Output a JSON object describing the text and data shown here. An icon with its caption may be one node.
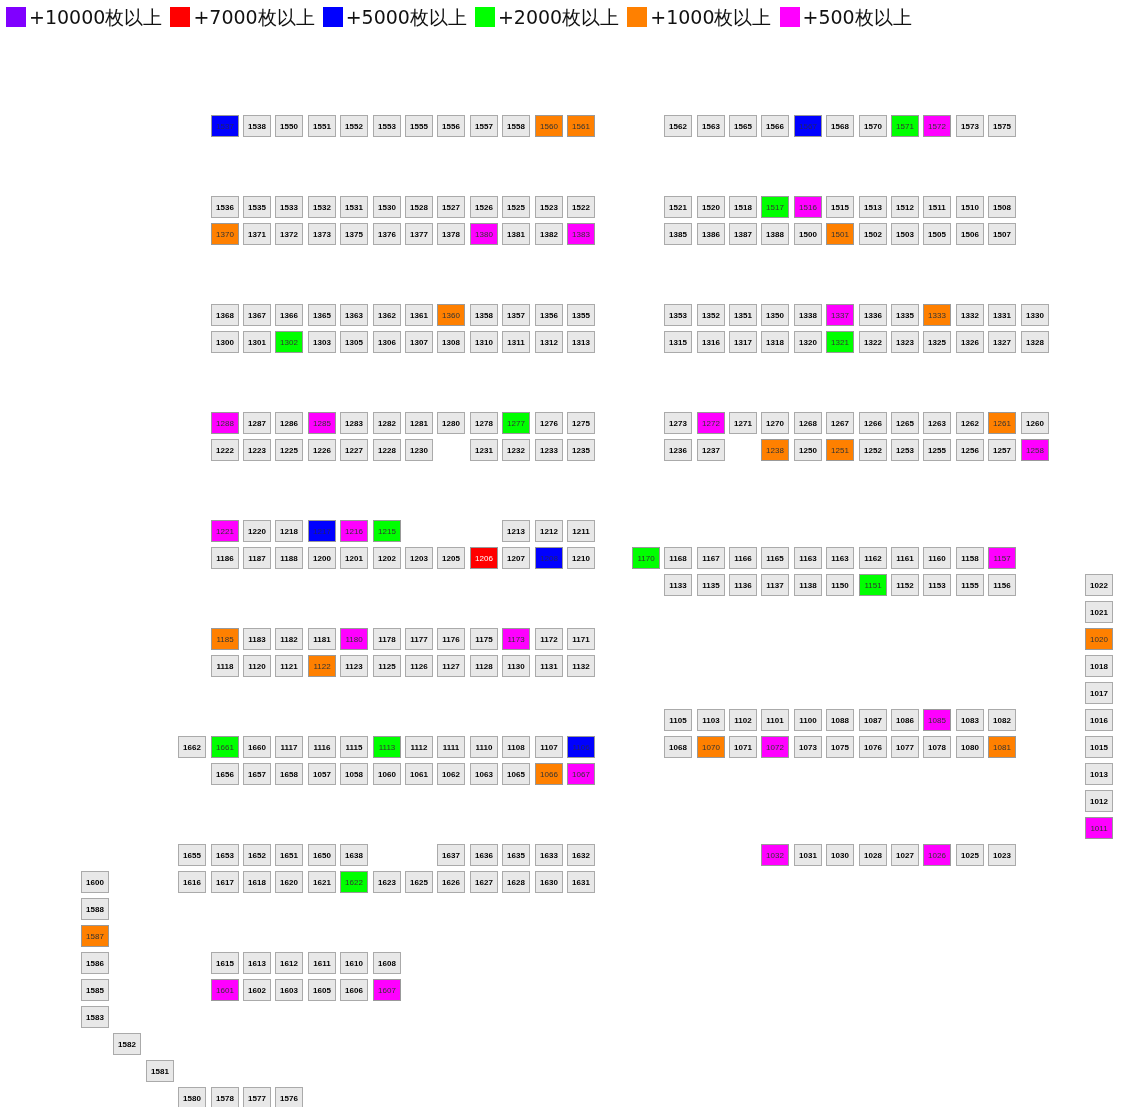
{
  "diagram": {
    "nodes": [
      {
        "text": [
          "1537"
        ]
      },
      {
        "text": [
          "1538"
        ]
      },
      {
        "text": [
          "1550"
        ]
      },
      {
        "text": [
          "1551"
        ]
      },
      {
        "text": [
          "1552"
        ]
      },
      {
        "text": [
          "1553"
        ]
      },
      {
        "text": [
          "1555"
        ]
      },
      {
        "text": [
          "1556"
        ]
      },
      {
        "text": [
          "1557"
        ]
      },
      {
        "text": [
          "1558"
        ]
      },
      {
        "text": [
          "1560"
        ]
      },
      {
        "text": [
          "1561"
        ]
      },
      {
        "text": [
          "1562"
        ]
      },
      {
        "text": [
          "1563"
        ]
      },
      {
        "text": [
          "1565"
        ]
      },
      {
        "text": [
          "1566"
        ]
      },
      {
        "text": [
          "1567"
        ]
      },
      {
        "text": [
          "1568"
        ]
      },
      {
        "text": [
          "1570"
        ]
      },
      {
        "text": [
          "1571"
        ]
      },
      {
        "text": [
          "1572"
        ]
      },
      {
        "text": [
          "1573"
        ]
      },
      {
        "text": [
          "1575"
        ]
      },
      {
        "text": [
          "1536"
        ]
      },
      {
        "text": [
          "1535"
        ]
      },
      {
        "text": [
          "1533"
        ]
      },
      {
        "text": [
          "1532"
        ]
      },
      {
        "text": [
          "1531"
        ]
      },
      {
        "text": [
          "1530"
        ]
      },
      {
        "text": [
          "1528"
        ]
      },
      {
        "text": [
          "1527"
        ]
      },
      {
        "text": [
          "1526"
        ]
      },
      {
        "text": [
          "1525"
        ]
      },
      {
        "text": [
          "1523"
        ]
      },
      {
        "text": [
          "1522"
        ]
      },
      {
        "text": [
          "1521"
        ]
      },
      {
        "text": [
          "1520"
        ]
      },
      {
        "text": [
          "1518"
        ]
      },
      {
        "text": [
          "1517"
        ]
      },
      {
        "text": [
          "1516"
        ]
      },
      {
        "text": [
          "1515"
        ]
      },
      {
        "text": [
          "1513"
        ]
      },
      {
        "text": [
          "1512"
        ]
      },
      {
        "text": [
          "1511"
        ]
      },
      {
        "text": [
          "1510"
        ]
      },
      {
        "text": [
          "1508"
        ]
      },
      {
        "text": [
          "1370"
        ]
      },
      {
        "text": [
          "1371"
        ]
      },
      {
        "text": [
          "1372"
        ]
      },
      {
        "text": [
          "1373"
        ]
      },
      {
        "text": [
          "1375"
        ]
      },
      {
        "text": [
          "1376"
        ]
      },
      {
        "text": [
          "1377"
        ]
      },
      {
        "text": [
          "1378"
        ]
      },
      {
        "text": [
          "1380"
        ]
      },
      {
        "text": [
          "1381"
        ]
      },
      {
        "text": [
          "1382"
        ]
      },
      {
        "text": [
          "1383"
        ]
      },
      {
        "text": [
          "1385"
        ]
      },
      {
        "text": [
          "1386"
        ]
      },
      {
        "text": [
          "1387"
        ]
      },
      {
        "text": [
          "1388"
        ]
      },
      {
        "text": [
          "1500"
        ]
      },
      {
        "text": [
          "1501"
        ]
      },
      {
        "text": [
          "1502"
        ]
      },
      {
        "text": [
          "1503"
        ]
      },
      {
        "text": [
          "1505"
        ]
      },
      {
        "text": [
          "1506"
        ]
      },
      {
        "text": [
          "1507"
        ]
      },
      {
        "text": [
          "1368"
        ]
      },
      {
        "text": [
          "1367"
        ]
      },
      {
        "text": [
          "1366"
        ]
      },
      {
        "text": [
          "1365"
        ]
      },
      {
        "text": [
          "1363"
        ]
      },
      {
        "text": [
          "1362"
        ]
      },
      {
        "text": [
          "1361"
        ]
      },
      {
        "text": [
          "1360"
        ]
      },
      {
        "text": [
          "1358"
        ]
      },
      {
        "text": [
          "1357"
        ]
      },
      {
        "text": [
          "1356"
        ]
      },
      {
        "text": [
          "1355"
        ]
      },
      {
        "text": [
          "1353"
        ]
      },
      {
        "text": [
          "1352"
        ]
      },
      {
        "text": [
          "1351"
        ]
      },
      {
        "text": [
          "1350"
        ]
      },
      {
        "text": [
          "1338"
        ]
      },
      {
        "text": [
          "1337"
        ]
      },
      {
        "text": [
          "1336"
        ]
      },
      {
        "text": [
          "1335"
        ]
      },
      {
        "text": [
          "1333"
        ]
      },
      {
        "text": [
          "1332"
        ]
      },
      {
        "text": [
          "1331"
        ]
      },
      {
        "text": [
          "1330"
        ]
      },
      {
        "text": [
          "1300"
        ]
      },
      {
        "text": [
          "1301"
        ]
      },
      {
        "text": [
          "1302"
        ]
      },
      {
        "text": [
          "1303"
        ]
      },
      {
        "text": [
          "1305"
        ]
      },
      {
        "text": [
          "1306"
        ]
      },
      {
        "text": [
          "1307"
        ]
      },
      {
        "text": [
          "1308"
        ]
      },
      {
        "text": [
          "1310"
        ]
      },
      {
        "text": [
          "1311"
        ]
      },
      {
        "text": [
          "1312"
        ]
      },
      {
        "text": [
          "1313"
        ]
      },
      {
        "text": [
          "1315"
        ]
      },
      {
        "text": [
          "1316"
        ]
      },
      {
        "text": [
          "1317"
        ]
      },
      {
        "text": [
          "1318"
        ]
      },
      {
        "text": [
          "1320"
        ]
      },
      {
        "text": [
          "1321"
        ]
      },
      {
        "text": [
          "1322"
        ]
      },
      {
        "text": [
          "1323"
        ]
      },
      {
        "text": [
          "1325"
        ]
      },
      {
        "text": [
          "1326"
        ]
      },
      {
        "text": [
          "1327"
        ]
      },
      {
        "text": [
          "1328"
        ]
      },
      {
        "text": [
          "1288"
        ]
      },
      {
        "text": [
          "1287"
        ]
      },
      {
        "text": [
          "1286"
        ]
      },
      {
        "text": [
          "1285"
        ]
      },
      {
        "text": [
          "1283"
        ]
      },
      {
        "text": [
          "1282"
        ]
      },
      {
        "text": [
          "1281"
        ]
      },
      {
        "text": [
          "1280"
        ]
      },
      {
        "text": [
          "1278"
        ]
      },
      {
        "text": [
          "1277"
        ]
      },
      {
        "text": [
          "1276"
        ]
      },
      {
        "text": [
          "1275"
        ]
      },
      {
        "text": [
          "1273"
        ]
      },
      {
        "text": [
          "1272"
        ]
      },
      {
        "text": [
          "1271"
        ]
      },
      {
        "text": [
          "1270"
        ]
      },
      {
        "text": [
          "1268"
        ]
      },
      {
        "text": [
          "1267"
        ]
      },
      {
        "text": [
          "1266"
        ]
      },
      {
        "text": [
          "1265"
        ]
      },
      {
        "text": [
          "1263"
        ]
      },
      {
        "text": [
          "1262"
        ]
      },
      {
        "text": [
          "1261"
        ]
      },
      {
        "text": [
          "1260"
        ]
      },
      {
        "text": [
          "1222"
        ]
      },
      {
        "text": [
          "1223"
        ]
      },
      {
        "text": [
          "1225"
        ]
      },
      {
        "text": [
          "1226"
        ]
      },
      {
        "text": [
          "1227"
        ]
      },
      {
        "text": [
          "1228"
        ]
      },
      {
        "text": [
          "1230"
        ]
      },
      {
        "text": [
          "1231"
        ]
      },
      {
        "text": [
          "1232"
        ]
      },
      {
        "text": [
          "1233"
        ]
      },
      {
        "text": [
          "1235"
        ]
      },
      {
        "text": [
          "1236"
        ]
      },
      {
        "text": [
          "1237"
        ]
      },
      {
        "text": [
          "1238"
        ]
      },
      {
        "text": [
          "1250"
        ]
      },
      {
        "text": [
          "1251"
        ]
      },
      {
        "text": [
          "1252"
        ]
      },
      {
        "text": [
          "1253"
        ]
      },
      {
        "text": [
          "1255"
        ]
      },
      {
        "text": [
          "1256"
        ]
      },
      {
        "text": [
          "1257"
        ]
      },
      {
        "text": [
          "1258"
        ]
      },
      {
        "text": [
          "1221"
        ]
      },
      {
        "text": [
          "1220"
        ]
      },
      {
        "text": [
          "1218"
        ]
      },
      {
        "text": [
          "1217"
        ]
      },
      {
        "text": [
          "1216"
        ]
      },
      {
        "text": [
          "1215"
        ]
      },
      {
        "text": [
          "1213"
        ]
      },
      {
        "text": [
          "1212"
        ]
      },
      {
        "text": [
          "1211"
        ]
      },
      {
        "text": [
          "1186"
        ]
      },
      {
        "text": [
          "1187"
        ]
      },
      {
        "text": [
          "1188"
        ]
      },
      {
        "text": [
          "1200"
        ]
      },
      {
        "text": [
          "1201"
        ]
      },
      {
        "text": [
          "1202"
        ]
      },
      {
        "text": [
          "1203"
        ]
      },
      {
        "text": [
          "1205"
        ]
      },
      {
        "text": [
          "1206"
        ]
      },
      {
        "text": [
          "1207"
        ]
      },
      {
        "text": [
          "1208"
        ]
      },
      {
        "text": [
          "1210"
        ]
      },
      {
        "text": [
          "1170"
        ]
      },
      {
        "text": [
          "1168"
        ]
      },
      {
        "text": [
          "1167"
        ]
      },
      {
        "text": [
          "1166"
        ]
      },
      {
        "text": [
          "1165"
        ]
      },
      {
        "text": [
          "1163"
        ]
      },
      {
        "text": [
          "1163"
        ]
      },
      {
        "text": [
          "1162"
        ]
      },
      {
        "text": [
          "1161"
        ]
      },
      {
        "text": [
          "1160"
        ]
      },
      {
        "text": [
          "1158"
        ]
      },
      {
        "text": [
          "1157"
        ]
      },
      {
        "text": [
          "1133"
        ]
      },
      {
        "text": [
          "1135"
        ]
      },
      {
        "text": [
          "1136"
        ]
      },
      {
        "text": [
          "1137"
        ]
      },
      {
        "text": [
          "1138"
        ]
      },
      {
        "text": [
          "1150"
        ]
      },
      {
        "text": [
          "1151"
        ]
      },
      {
        "text": [
          "1152"
        ]
      },
      {
        "text": [
          "1153"
        ]
      },
      {
        "text": [
          "1155"
        ]
      },
      {
        "text": [
          "1156"
        ]
      },
      {
        "text": [
          "1022"
        ]
      },
      {
        "text": [
          "1021"
        ]
      },
      {
        "text": [
          "1185"
        ]
      },
      {
        "text": [
          "1183"
        ]
      },
      {
        "text": [
          "1182"
        ]
      },
      {
        "text": [
          "1181"
        ]
      },
      {
        "text": [
          "1180"
        ]
      },
      {
        "text": [
          "1178"
        ]
      },
      {
        "text": [
          "1177"
        ]
      },
      {
        "text": [
          "1176"
        ]
      },
      {
        "text": [
          "1175"
        ]
      },
      {
        "text": [
          "1173"
        ]
      },
      {
        "text": [
          "1172"
        ]
      },
      {
        "text": [
          "1171"
        ]
      },
      {
        "text": [
          "1020"
        ]
      },
      {
        "text": [
          "1118"
        ]
      },
      {
        "text": [
          "1120"
        ]
      },
      {
        "text": [
          "1121"
        ]
      },
      {
        "text": [
          "1122"
        ]
      },
      {
        "text": [
          "1123"
        ]
      },
      {
        "text": [
          "1125"
        ]
      },
      {
        "text": [
          "1126"
        ]
      },
      {
        "text": [
          "1127"
        ]
      },
      {
        "text": [
          "1128"
        ]
      },
      {
        "text": [
          "1130"
        ]
      },
      {
        "text": [
          "1131"
        ]
      },
      {
        "text": [
          "1132"
        ]
      },
      {
        "text": [
          "1018"
        ]
      },
      {
        "text": [
          "1017"
        ]
      },
      {
        "text": [
          "1105"
        ]
      },
      {
        "text": [
          "1103"
        ]
      },
      {
        "text": [
          "1102"
        ]
      },
      {
        "text": [
          "1101"
        ]
      },
      {
        "text": [
          "1100"
        ]
      },
      {
        "text": [
          "1088"
        ]
      },
      {
        "text": [
          "1087"
        ]
      },
      {
        "text": [
          "1086"
        ]
      },
      {
        "text": [
          "1085"
        ]
      },
      {
        "text": [
          "1083"
        ]
      },
      {
        "text": [
          "1082"
        ]
      },
      {
        "text": [
          "1016"
        ]
      },
      {
        "text": [
          "1662"
        ]
      },
      {
        "text": [
          "1661"
        ]
      },
      {
        "text": [
          "1660"
        ]
      },
      {
        "text": [
          "1117"
        ]
      },
      {
        "text": [
          "1116"
        ]
      },
      {
        "text": [
          "1115"
        ]
      },
      {
        "text": [
          "1113"
        ]
      },
      {
        "text": [
          "1112"
        ]
      },
      {
        "text": [
          "1111"
        ]
      },
      {
        "text": [
          "1110"
        ]
      },
      {
        "text": [
          "1108"
        ]
      },
      {
        "text": [
          "1107"
        ]
      },
      {
        "text": [
          "1106"
        ]
      },
      {
        "text": [
          "1068"
        ]
      },
      {
        "text": [
          "1070"
        ]
      },
      {
        "text": [
          "1071"
        ]
      },
      {
        "text": [
          "1072"
        ]
      },
      {
        "text": [
          "1073"
        ]
      },
      {
        "text": [
          "1075"
        ]
      },
      {
        "text": [
          "1076"
        ]
      },
      {
        "text": [
          "1077"
        ]
      },
      {
        "text": [
          "1078"
        ]
      },
      {
        "text": [
          "1080"
        ]
      },
      {
        "text": [
          "1081"
        ]
      },
      {
        "text": [
          "1015"
        ]
      },
      {
        "text": [
          "1656"
        ]
      },
      {
        "text": [
          "1657"
        ]
      },
      {
        "text": [
          "1658"
        ]
      },
      {
        "text": [
          "1057"
        ]
      },
      {
        "text": [
          "1058"
        ]
      },
      {
        "text": [
          "1060"
        ]
      },
      {
        "text": [
          "1061"
        ]
      },
      {
        "text": [
          "1062"
        ]
      },
      {
        "text": [
          "1063"
        ]
      },
      {
        "text": [
          "1065"
        ]
      },
      {
        "text": [
          "1066"
        ]
      },
      {
        "text": [
          "1067"
        ]
      },
      {
        "text": [
          "1013"
        ]
      },
      {
        "text": [
          "1012"
        ]
      },
      {
        "text": [
          "1011"
        ]
      },
      {
        "text": [
          "1655"
        ]
      },
      {
        "text": [
          "1653"
        ]
      },
      {
        "text": [
          "1652"
        ]
      },
      {
        "text": [
          "1651"
        ]
      },
      {
        "text": [
          "1650"
        ]
      },
      {
        "text": [
          "1638"
        ]
      },
      {
        "text": [
          "1637"
        ]
      },
      {
        "text": [
          "1636"
        ]
      },
      {
        "text": [
          "1635"
        ]
      },
      {
        "text": [
          "1633"
        ]
      },
      {
        "text": [
          "1632"
        ]
      },
      {
        "text": [
          "1032"
        ]
      },
      {
        "text": [
          "1031"
        ]
      },
      {
        "text": [
          "1030"
        ]
      },
      {
        "text": [
          "1028"
        ]
      },
      {
        "text": [
          "1027"
        ]
      },
      {
        "text": [
          "1026"
        ]
      },
      {
        "text": [
          "1025"
        ]
      },
      {
        "text": [
          "1023"
        ]
      },
      {
        "text": [
          "1600"
        ]
      },
      {
        "text": [
          "1616"
        ]
      },
      {
        "text": [
          "1617"
        ]
      },
      {
        "text": [
          "1618"
        ]
      },
      {
        "text": [
          "1620"
        ]
      },
      {
        "text": [
          "1621"
        ]
      },
      {
        "text": [
          "1622"
        ]
      },
      {
        "text": [
          "1623"
        ]
      },
      {
        "text": [
          "1625"
        ]
      },
      {
        "text": [
          "1626"
        ]
      },
      {
        "text": [
          "1627"
        ]
      },
      {
        "text": [
          "1628"
        ]
      },
      {
        "text": [
          "1630"
        ]
      },
      {
        "text": [
          "1631"
        ]
      },
      {
        "text": [
          "1588"
        ]
      },
      {
        "text": [
          "1587"
        ]
      },
      {
        "text": [
          "1586"
        ]
      },
      {
        "text": [
          "1615"
        ]
      },
      {
        "text": [
          "1613"
        ]
      },
      {
        "text": [
          "1612"
        ]
      },
      {
        "text": [
          "1611"
        ]
      },
      {
        "text": [
          "1610"
        ]
      },
      {
        "text": [
          "1608"
        ]
      },
      {
        "text": [
          "1585"
        ]
      },
      {
        "text": [
          "1601"
        ]
      },
      {
        "text": [
          "1602"
        ]
      },
      {
        "text": [
          "1603"
        ]
      },
      {
        "text": [
          "1605"
        ]
      },
      {
        "text": [
          "1606"
        ]
      },
      {
        "text": [
          "1607"
        ]
      },
      {
        "text": [
          "1583"
        ]
      },
      {
        "text": [
          "1582"
        ]
      },
      {
        "text": [
          "1581"
        ]
      },
      {
        "text": [
          "1580"
        ]
      },
      {
        "text": [
          "1578"
        ]
      },
      {
        "text": [
          "1577"
        ]
      },
      {
        "text": [
          "1576"
        ]
      }
    ],
    "legend": [
      {
        "text": "+10000枚以上",
        "color": "#8000ff"
      },
      {
        "text": "+7000枚以上",
        "color": "#ff0000"
      },
      {
        "text": "+5000枚以上",
        "color": "#0000ff"
      },
      {
        "text": "+2000枚以上",
        "color": "#00ff00"
      },
      {
        "text": "+1000枚以上",
        "color": "#ff8000"
      },
      {
        "text": "+500枚以上",
        "color": "#ff00ff"
      }
    ]
  }
}
